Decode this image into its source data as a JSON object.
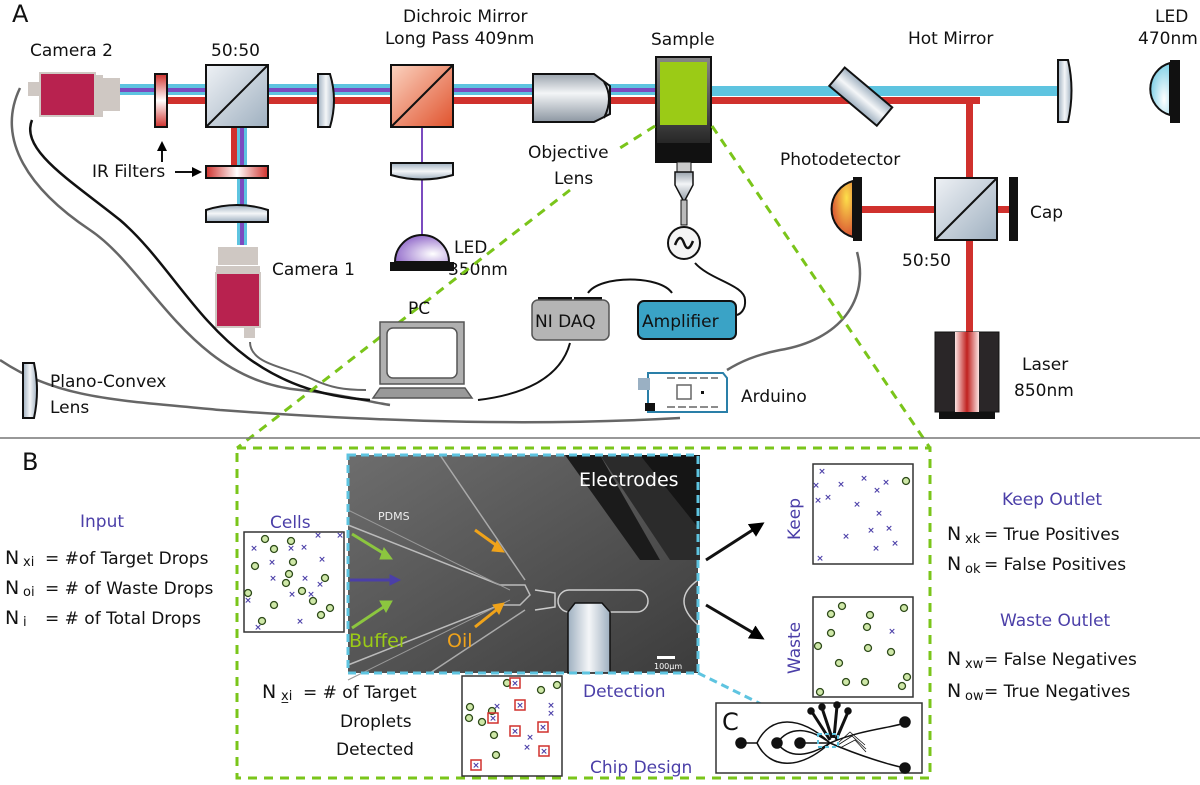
{
  "panels": {
    "a": "A",
    "b": "B",
    "c": "C"
  },
  "colors": {
    "ir_beam": "#d0312d",
    "blue_beam": "#5ec4e0",
    "uv_beam": "#7b4bbf",
    "sample_green": "#9bcb16",
    "camera_body": "#b8224f",
    "zoom_dash": "#7ac51a",
    "detail_dash": "#5ec4e0",
    "label_purple": "#4b3fa8",
    "amplifier": "#3aa3c6",
    "daq": "#b5b5b5"
  },
  "optics": {
    "camera2": "Camera 2",
    "bs_left": "50:50",
    "dichroic_line1": "Dichroic Mirror",
    "dichroic_line2": "Long Pass 409nm",
    "sample": "Sample",
    "hot_mirror": "Hot Mirror",
    "led470_line1": "LED",
    "led470_line2": "470nm",
    "ir_filters": "IR Filters",
    "objective_line1": "Objective",
    "objective_line2": "Lens",
    "photodetector": "Photodetector",
    "cap": "Cap",
    "bs_right": "50:50",
    "camera1": "Camera 1",
    "led350_line1": "LED",
    "led350_line2": "350nm",
    "pc": "PC",
    "ni_daq": "NI DAQ",
    "amplifier": "Amplifier",
    "laser_line1": "Laser",
    "laser_line2": "850nm",
    "arduino": "Arduino",
    "legend_lens_line1": "Plano-Convex",
    "legend_lens_line2": "Lens"
  },
  "input": {
    "title": "Input",
    "eq1": {
      "sym": "N",
      "sub": "xi",
      "text": "= #of Target Drops"
    },
    "eq2": {
      "sym": "N",
      "sub": "oi",
      "text": "= # of Waste Drops"
    },
    "eq3": {
      "sym": "N",
      "sub": "i",
      "text": "= # of  Total  Drops"
    }
  },
  "chip": {
    "cells": "Cells",
    "pdms": "PDMS",
    "electrodes": "Electrodes",
    "buffer": "Buffer",
    "oil": "Oil",
    "scale": "100µm",
    "detection": "Detection",
    "chip_design": "Chip Design",
    "detected_eq": {
      "sym": "N",
      "sub": "x̲i",
      "line1": "= # of Target",
      "line2": "Droplets",
      "line3": "Detected"
    },
    "keep": "Keep",
    "waste": "Waste"
  },
  "keep_outlet": {
    "title": "Keep Outlet",
    "eq1": {
      "sym": "N",
      "sub": "xk",
      "text": "= True  Positives"
    },
    "eq2": {
      "sym": "N",
      "sub": "ok",
      "text": "= False Positives"
    }
  },
  "waste_outlet": {
    "title": "Waste Outlet",
    "eq1": {
      "sym": "N",
      "sub": "xw",
      "text": "= False Negatives"
    },
    "eq2": {
      "sym": "N",
      "sub": "ow",
      "text": "= True  Negatives"
    }
  }
}
